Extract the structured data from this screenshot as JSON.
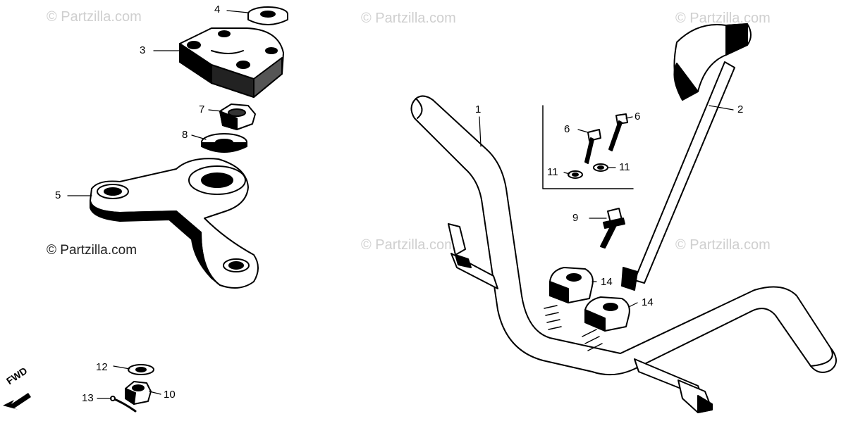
{
  "watermark": {
    "text": "© Partzilla.com"
  },
  "direction_marker": {
    "label": "FWD"
  },
  "callouts": [
    {
      "id": "c4",
      "label": "4"
    },
    {
      "id": "c3",
      "label": "3"
    },
    {
      "id": "c7",
      "label": "7"
    },
    {
      "id": "c8",
      "label": "8"
    },
    {
      "id": "c5",
      "label": "5"
    },
    {
      "id": "c12",
      "label": "12"
    },
    {
      "id": "c13",
      "label": "13"
    },
    {
      "id": "c10",
      "label": "10"
    },
    {
      "id": "c1",
      "label": "1"
    },
    {
      "id": "c2",
      "label": "2"
    },
    {
      "id": "c6a",
      "label": "6"
    },
    {
      "id": "c6b",
      "label": "6"
    },
    {
      "id": "c11a",
      "label": "11"
    },
    {
      "id": "c11b",
      "label": "11"
    },
    {
      "id": "c9",
      "label": "9"
    },
    {
      "id": "c14a",
      "label": "14"
    },
    {
      "id": "c14b",
      "label": "14"
    }
  ],
  "colors": {
    "ink": "#000000",
    "watermark": "#cfcfcf",
    "background": "#ffffff"
  }
}
